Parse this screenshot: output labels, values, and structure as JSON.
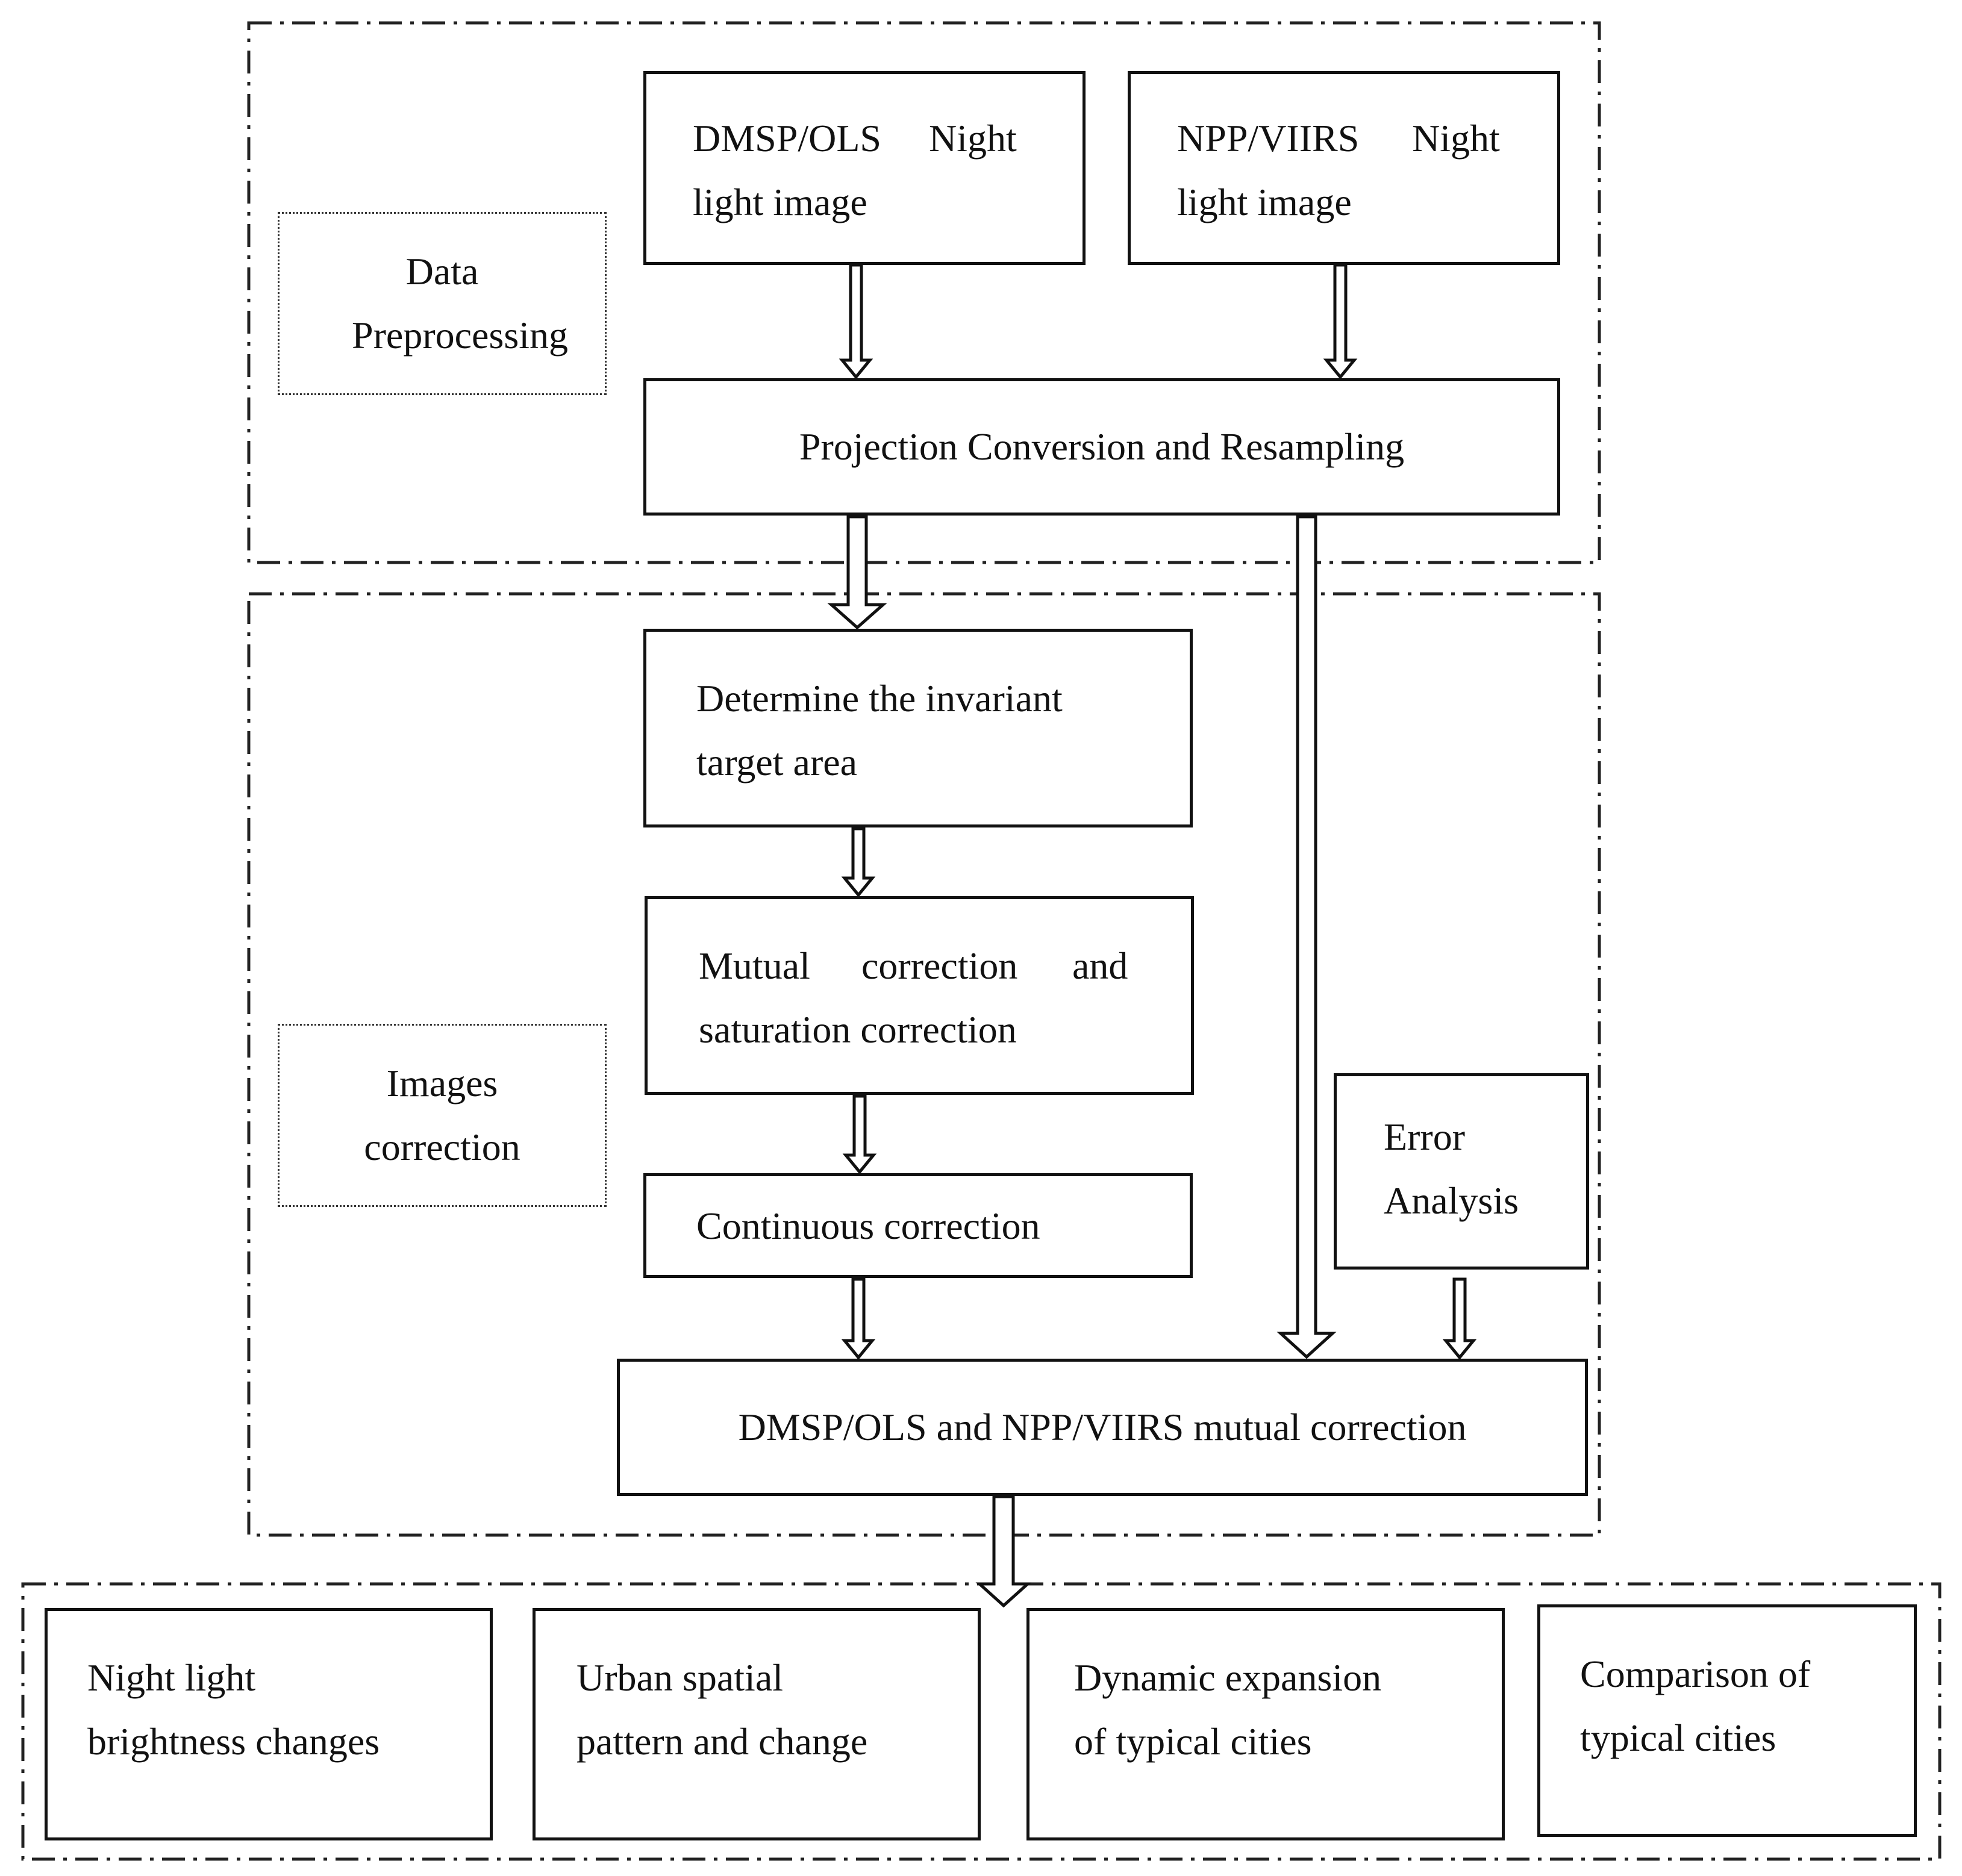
{
  "sections": {
    "preprocessing": {
      "label": "Data Preprocessing",
      "dmsp_box": {
        "line1": "DMSP/OLS",
        "line1b": "Night",
        "line2": "light image"
      },
      "npp_box": {
        "line1": "NPP/VIIRS",
        "line1b": "Night",
        "line2": "light image"
      },
      "projection_box": "Projection Conversion and Resampling"
    },
    "correction": {
      "label_line1": "Images",
      "label_line2": "correction",
      "invariant_box": {
        "line1": "Determine the invariant",
        "line2": "target area"
      },
      "mutual_box": {
        "w1": "Mutual",
        "w2": "correction",
        "w3": "and",
        "line2": "saturation correction"
      },
      "continuous_box": "Continuous correction",
      "error_box": {
        "line1": "Error",
        "line2": "Analysis"
      },
      "final_box": "DMSP/OLS and NPP/VIIRS mutual correction"
    },
    "applications": [
      {
        "line1": "Night light",
        "line2": "brightness changes"
      },
      {
        "line1": "Urban spatial",
        "line2": "pattern and change"
      },
      {
        "line1": "Dynamic expansion",
        "line2": "of typical cities"
      },
      {
        "line1": "Comparison of",
        "line2": "typical cities"
      }
    ]
  },
  "colors": {
    "stroke": "#111111",
    "background": "#ffffff"
  }
}
